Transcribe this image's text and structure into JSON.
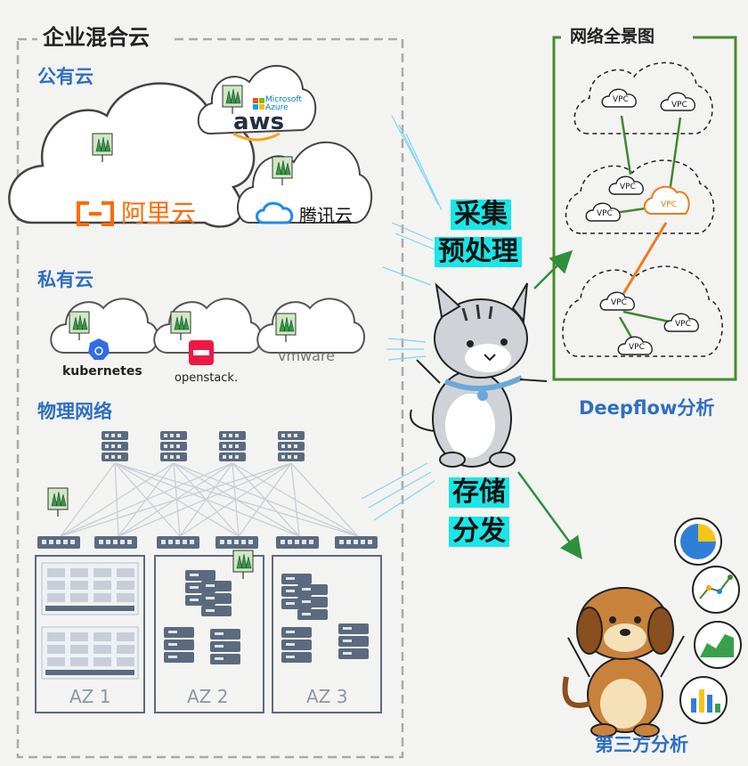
{
  "enterprise": {
    "title": "企业混合云",
    "public_cloud_label": "公有云",
    "private_cloud_label": "私有云",
    "physical_label": "物理网络",
    "az_labels": [
      "AZ 1",
      "AZ 2",
      "AZ 3"
    ]
  },
  "logos": {
    "aliyun": "阿里云",
    "aws": "aws",
    "azure": "Microsoft Azure",
    "tencent": "腾讯云",
    "kubernetes": "kubernetes",
    "openstack": "openstack.",
    "vmware": "vmware"
  },
  "flow": {
    "collect_line1": "采集",
    "collect_line2": "预处理",
    "store_line1": "存储",
    "store_line2": "分发"
  },
  "network_view": {
    "title": "网络全景图",
    "caption": "Deepflow分析",
    "vpc_label": "VPC"
  },
  "third_party": {
    "caption": "第三方分析"
  },
  "colors": {
    "accent_blue": "#2f6fc2",
    "highlight_cyan": "#19e6e6",
    "green_frame": "#4a8a2a",
    "orange": "#f07a1a",
    "aliyun_orange": "#ff6a00"
  }
}
